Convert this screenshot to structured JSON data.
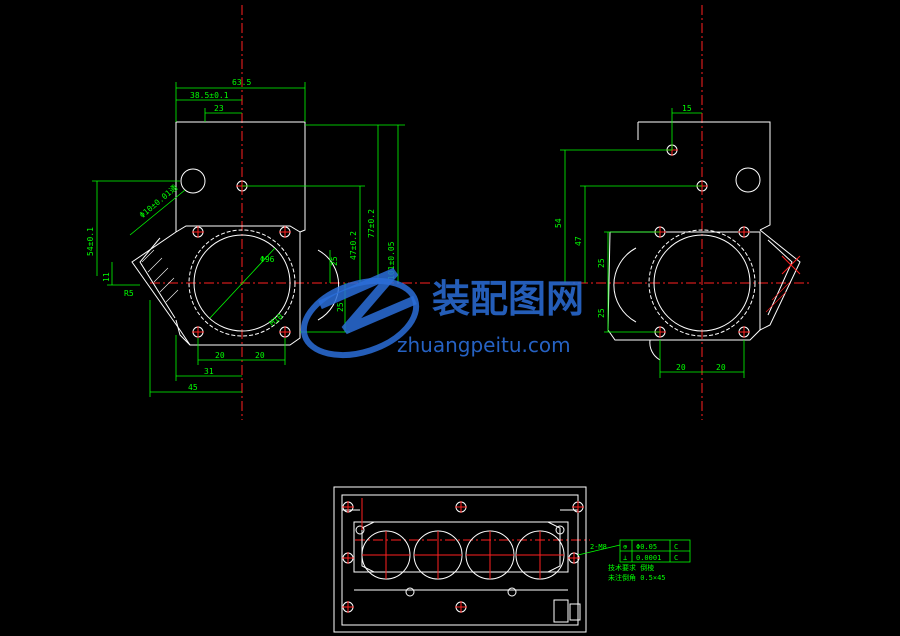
{
  "colors": {
    "background": "#000000",
    "outline": "#ffffff",
    "dimension": "#00ff00",
    "centerline": "#ff2020",
    "watermark": "#2a6dd8"
  },
  "watermark": {
    "brand": "装配图网",
    "url": "zhuangpeitu.com"
  },
  "left_view": {
    "dims": {
      "width_total": "63.5",
      "width_a": "38.5±0.1",
      "width_b": "23",
      "height_1": "25",
      "height_2": "25",
      "height_3": "47±0.2",
      "height_4": "77±0.2",
      "height_5": "101±0.05",
      "bore": "Φ96",
      "side_left": "54±0.1",
      "angle_note": "Φ10±0.01通",
      "bottom_1": "20",
      "bottom_2": "20",
      "bottom_3": "31",
      "bottom_4": "45",
      "small_1": "11",
      "small_2": "R5",
      "hole_note": "M10"
    }
  },
  "right_view": {
    "dims": {
      "top": "15",
      "height_1": "54",
      "height_2": "47",
      "height_3": "25",
      "height_4": "25",
      "bottom_1": "20",
      "bottom_2": "20"
    }
  },
  "bottom_view": {
    "callout": "2-M8",
    "tolerance_rows": [
      [
        "⊕",
        "Φ0.05",
        "C"
      ],
      [
        "⊥",
        "0.0001",
        "C"
      ]
    ],
    "notes": [
      "技术要求 倒棱",
      "未注倒角 0.5×45"
    ]
  }
}
